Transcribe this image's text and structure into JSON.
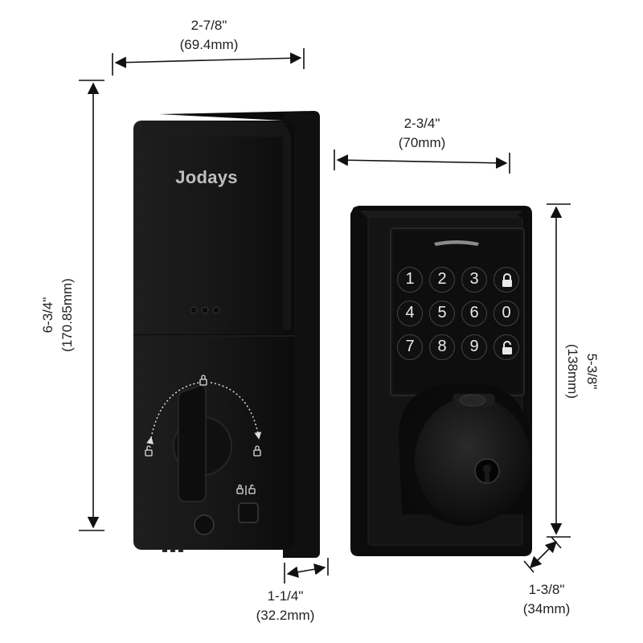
{
  "product": {
    "brand": "Jodays",
    "keypad_keys": [
      "1",
      "2",
      "3",
      "lock-icon",
      "4",
      "5",
      "6",
      "0",
      "7",
      "8",
      "9",
      "unlock-icon"
    ]
  },
  "dimensions": {
    "interior_width": {
      "imperial": "2-7/8\"",
      "metric": "(69.4mm)"
    },
    "interior_height": {
      "imperial": "6-3/4\"",
      "metric": "(170.85mm)"
    },
    "interior_depth": {
      "imperial": "1-1/4\"",
      "metric": "(32.2mm)"
    },
    "exterior_width": {
      "imperial": "2-3/4\"",
      "metric": "(70mm)"
    },
    "exterior_height": {
      "imperial": "5-3/8\"",
      "metric": "(138mm)"
    },
    "exterior_depth": {
      "imperial": "1-3/8\"",
      "metric": "(34mm)"
    }
  },
  "colors": {
    "body": "#151515",
    "edge": "#2b2b2b",
    "brand_text": "#bfbfbf",
    "dimension_line": "#111111"
  }
}
